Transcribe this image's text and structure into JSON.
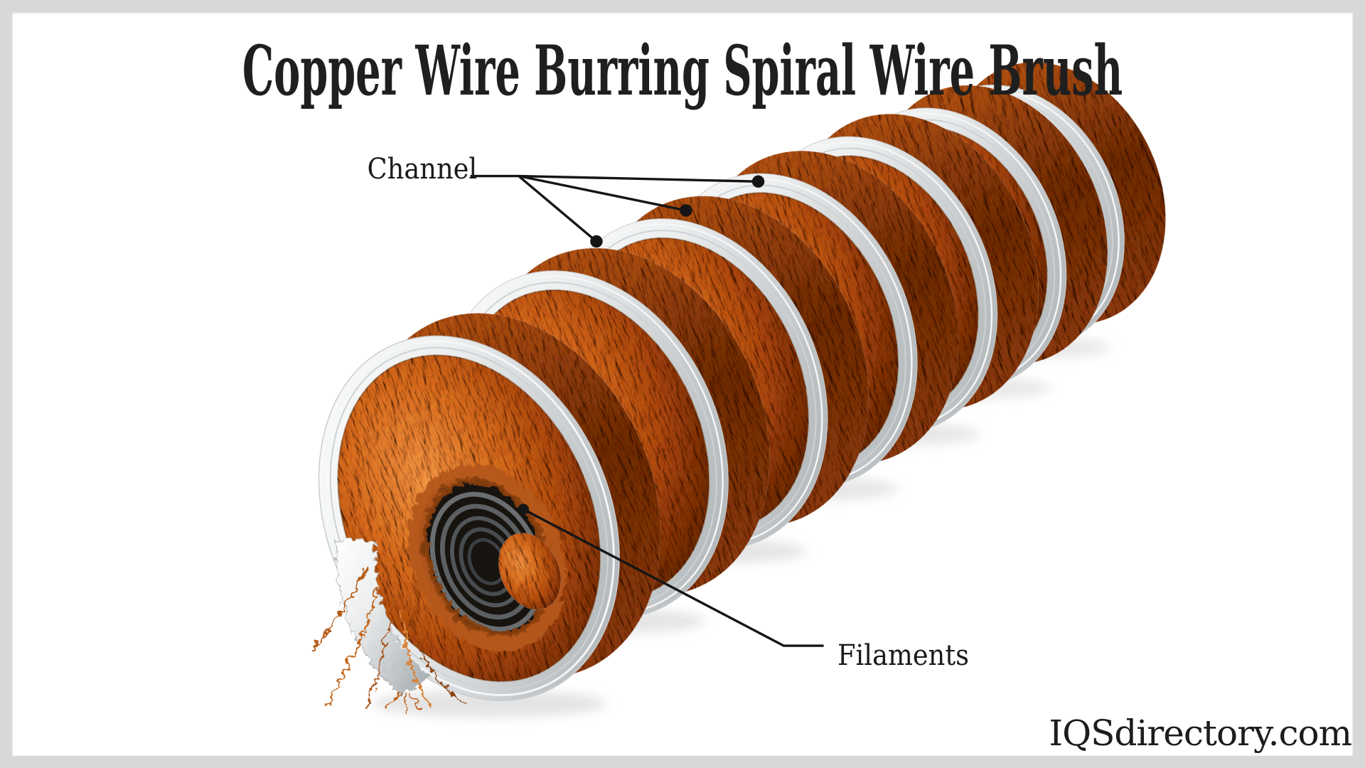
{
  "diagram": {
    "title": "Copper Wire Burring Spiral Wire Brush",
    "subject": "copper wire burring spiral wire brush photograph",
    "labels": [
      {
        "id": "channel",
        "text": "Channel",
        "callout_points": 3
      },
      {
        "id": "filaments",
        "text": "Filaments",
        "callout_points": 1
      }
    ],
    "watermark": "IQSdirectory.com",
    "colors": {
      "page_background": "#ffffff",
      "frame_border": "#d8d8d8",
      "text": "#1f1f1f",
      "leader_line": "#151515",
      "copper": "#c26a24",
      "copper_dark": "#64300c",
      "aluminum_channel": "#d6dadc",
      "core_coil": "#17130f"
    }
  }
}
